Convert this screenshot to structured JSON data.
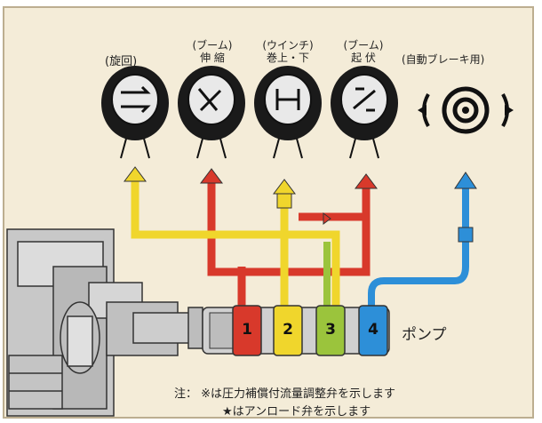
{
  "labels": {
    "swing": "(旋回)",
    "boom_ext": [
      "(ブーム)",
      "伸 縮"
    ],
    "winch": [
      "(ウインチ)",
      "巻上・下"
    ],
    "boom_raise": [
      "(ブーム)",
      "起 伏"
    ],
    "auto_brake": "(自動ブレーキ用)"
  },
  "pump_numbers": [
    "1",
    "2",
    "3",
    "4"
  ],
  "pump_label": "ポンプ",
  "notes": {
    "line1": "注： ※は圧力補償付流量調整弁を示します",
    "line2": "★はアンロード弁を示します"
  },
  "colors": {
    "red": "#d8392b",
    "yellow": "#f0d62c",
    "green": "#9bc43c",
    "blue": "#2d8fd8",
    "background": "#f4ecd8"
  }
}
